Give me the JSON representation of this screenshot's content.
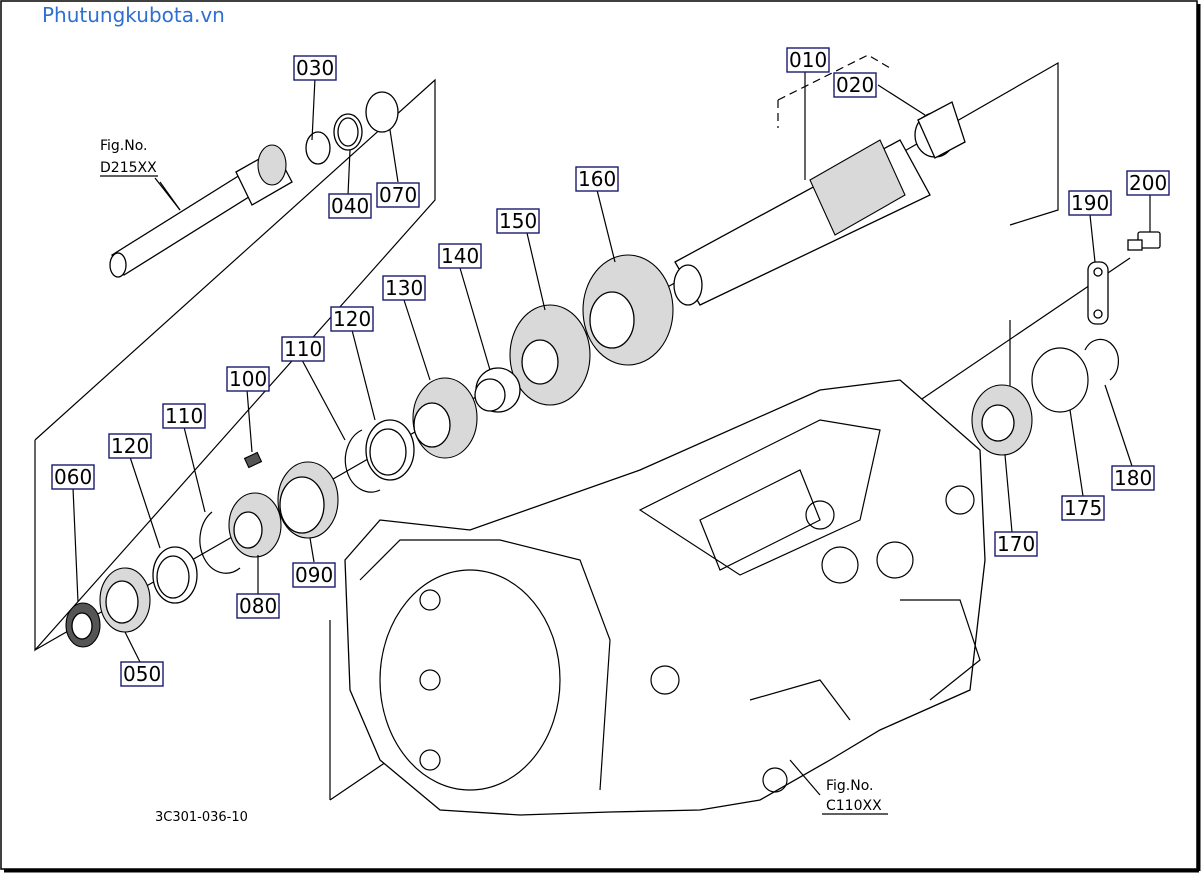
{
  "watermark": "Phutungkubota.vn",
  "drawing_code": "3C301-036-10",
  "figure_refs": [
    {
      "id": "d215",
      "label": "Fig.No.",
      "code": "D215XX"
    },
    {
      "id": "c110",
      "label": "Fig.No.",
      "code": "C110XX"
    }
  ],
  "callouts": {
    "c010": "010",
    "c020": "020",
    "c030": "030",
    "c040": "040",
    "c050": "050",
    "c060": "060",
    "c070": "070",
    "c080": "080",
    "c090": "090",
    "c100": "100",
    "c110a": "110",
    "c110b": "110",
    "c120a": "120",
    "c120b": "120",
    "c130": "130",
    "c140": "140",
    "c150": "150",
    "c160": "160",
    "c170": "170",
    "c175": "175",
    "c180": "180",
    "c190": "190",
    "c200": "200"
  },
  "colors": {
    "watermark": "#2e6fd0",
    "callout_border": "#1a1a6e",
    "line": "#000000"
  }
}
